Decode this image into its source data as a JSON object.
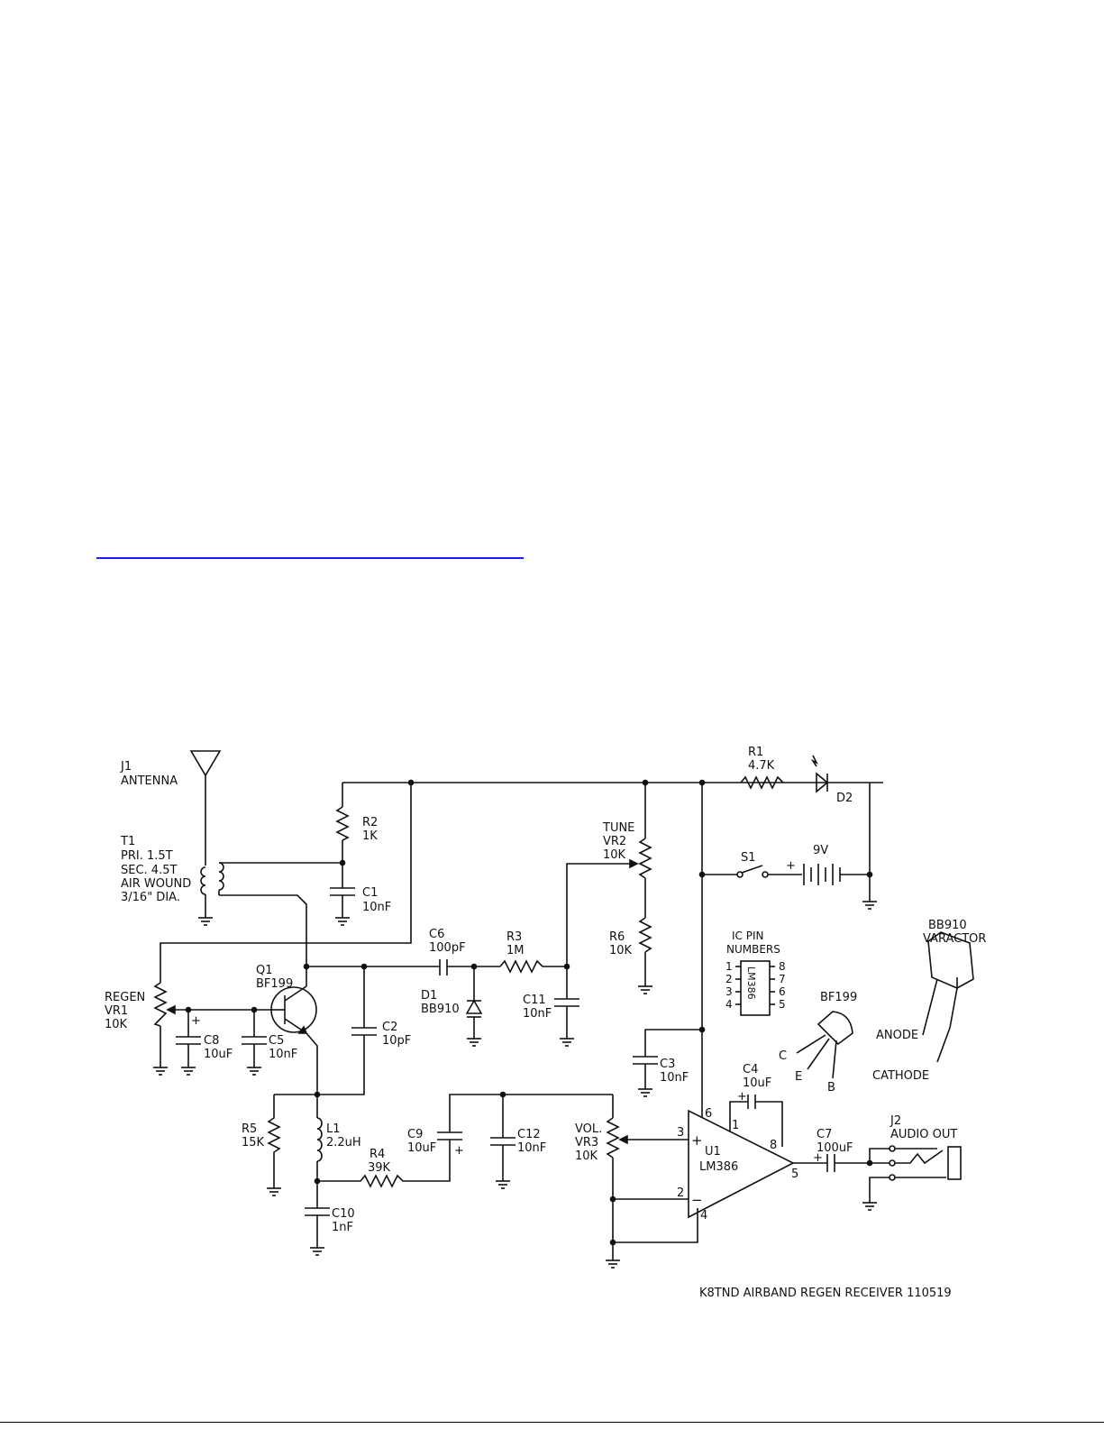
{
  "labels": {
    "j1": [
      "J1",
      "ANTENNA"
    ],
    "t1": [
      "T1",
      "PRI. 1.5T",
      "SEC. 4.5T",
      "AIR WOUND",
      "3/16\" DIA."
    ],
    "r2": [
      "R2",
      "1K"
    ],
    "c1": [
      "C1",
      "10nF"
    ],
    "q1": [
      "Q1",
      "BF199"
    ],
    "regen": [
      "REGEN",
      "VR1",
      "10K"
    ],
    "c8": [
      "C8",
      "10uF"
    ],
    "c5": [
      "C5",
      "10nF"
    ],
    "c2": [
      "C2",
      "10pF"
    ],
    "c6": [
      "C6",
      "100pF"
    ],
    "r3": [
      "R3",
      "1M"
    ],
    "d1": [
      "D1",
      "BB910"
    ],
    "c11": [
      "C11",
      "10nF"
    ],
    "tune": [
      "TUNE",
      "VR2",
      "10K"
    ],
    "r6": [
      "R6",
      "10K"
    ],
    "r1": [
      "R1",
      "4.7K"
    ],
    "d2": "D2",
    "s1": "S1",
    "bat": "9V",
    "icpins": [
      "IC PIN",
      "NUMBERS"
    ],
    "ic_chip": "LM386",
    "ic_pins_left": [
      "1",
      "2",
      "3",
      "4"
    ],
    "ic_pins_right": [
      "8",
      "7",
      "6",
      "5"
    ],
    "bf199": "BF199",
    "bf_pins": [
      "C",
      "E",
      "B"
    ],
    "varactor": [
      "BB910",
      "VARACTOR"
    ],
    "anode": "ANODE",
    "cathode": "CATHODE",
    "c3": [
      "C3",
      "10nF"
    ],
    "c4": [
      "C4",
      "10uF"
    ],
    "c7": [
      "C7",
      "100uF"
    ],
    "j2": [
      "J2",
      "AUDIO OUT"
    ],
    "r5": [
      "R5",
      "15K"
    ],
    "l1": [
      "L1",
      "2.2uH"
    ],
    "r4": [
      "R4",
      "39K"
    ],
    "c9": [
      "C9",
      "10uF"
    ],
    "c12": [
      "C12",
      "10nF"
    ],
    "vol": [
      "VOL.",
      "VR3",
      "10K"
    ],
    "u1": [
      "U1",
      "LM386"
    ],
    "u1_pins": [
      "6",
      "1",
      "8",
      "3",
      "2",
      "4",
      "5"
    ],
    "c10": [
      "C10",
      "1nF"
    ],
    "plus": "+",
    "minus": "−",
    "title": "K8TND  AIRBAND  REGEN  RECEIVER  110519"
  }
}
